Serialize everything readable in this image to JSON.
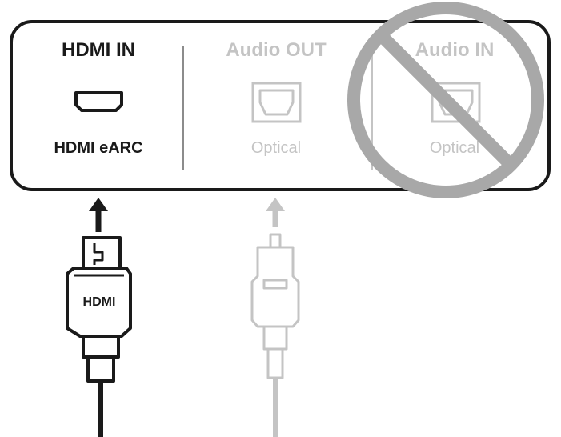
{
  "panel": {
    "hdmi_in": {
      "title": "HDMI IN",
      "sublabel": "HDMI eARC"
    },
    "audio_out": {
      "title": "Audio OUT",
      "sublabel": "Optical"
    },
    "audio_in": {
      "title": "Audio IN",
      "sublabel": "Optical",
      "status": "not supported"
    }
  },
  "cables": {
    "hdmi": {
      "label": "HDMI"
    },
    "optical": {
      "label": ""
    }
  },
  "colors": {
    "active": "#1a1a1a",
    "inactive": "#c4c4c4",
    "prohibited": "#a8a8a8"
  }
}
